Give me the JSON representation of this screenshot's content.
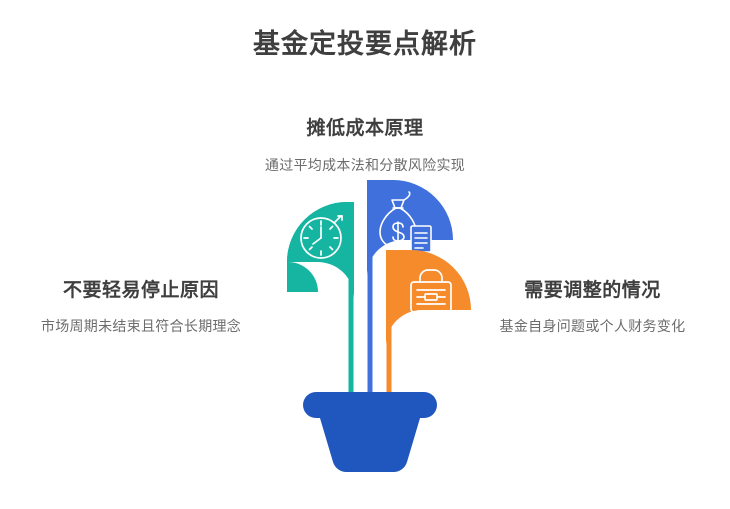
{
  "page": {
    "title": "基金定投要点解析",
    "background_color": "#ffffff"
  },
  "blocks": {
    "top": {
      "heading": "摊低成本原理",
      "description": "通过平均成本法和分散风险实现"
    },
    "left": {
      "heading": "不要轻易停止原因",
      "description": "市场周期未结束且符合长期理念"
    },
    "right": {
      "heading": "需要调整的情况",
      "description": "基金自身问题或个人财务变化"
    }
  },
  "illustration": {
    "name": "plant-in-pot-infographic",
    "leaves": [
      {
        "id": "leaf-teal",
        "icon": "clock-icon",
        "color": "#16b5a2",
        "side": "left",
        "linked_block": "left"
      },
      {
        "id": "leaf-blue",
        "icon": "money-bag-icon",
        "color": "#4070dc",
        "side": "right",
        "linked_block": "top"
      },
      {
        "id": "leaf-orange",
        "icon": "briefcase-icon",
        "color": "#f68b2c",
        "side": "right",
        "linked_block": "right"
      }
    ],
    "pot": {
      "id": "flower-pot",
      "color": "#2057be",
      "rim_color": "#2057be"
    }
  },
  "colors": {
    "teal": "#16b5a2",
    "blue": "#4070dc",
    "orange": "#f68b2c",
    "pot_blue": "#2057be",
    "title_text": "#3f3f3f",
    "body_text": "#6c6c6c"
  }
}
